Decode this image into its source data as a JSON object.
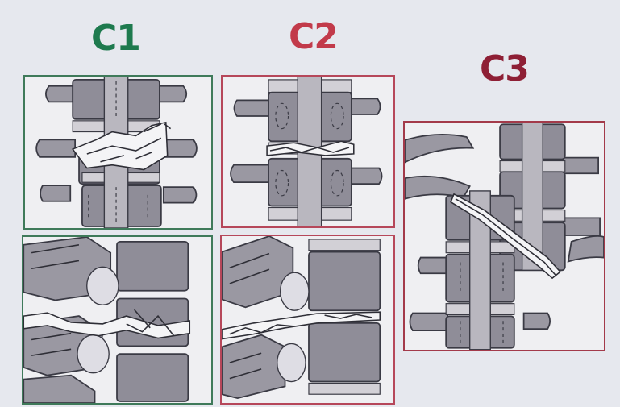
{
  "labels": {
    "c1": "C1",
    "c2": "C2",
    "c3": "C3"
  },
  "colors": {
    "c1": "#1e7a4e",
    "c2": "#c23a4a",
    "c3": "#8e1f35",
    "background": "#e6e8ee",
    "bone": "#9a98a2"
  }
}
